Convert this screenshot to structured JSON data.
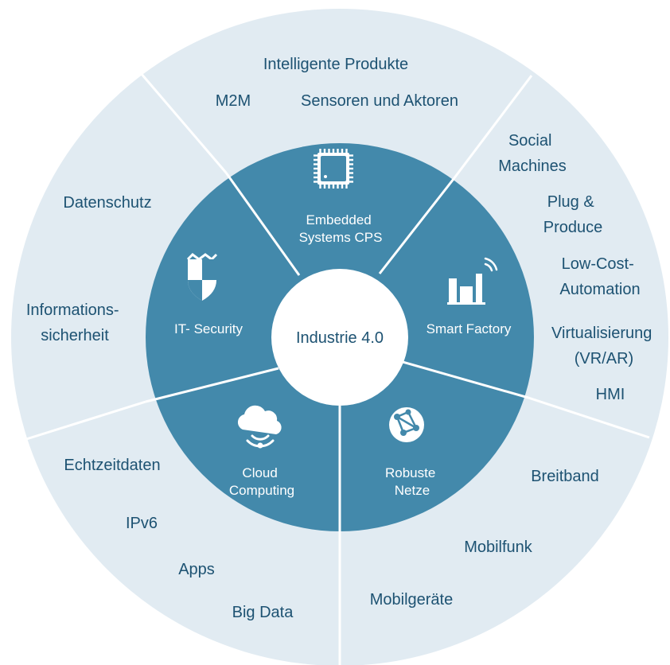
{
  "center": {
    "label": "Industrie 4.0"
  },
  "segments": [
    {
      "key": "embedded",
      "label": [
        "Embedded",
        "Systems CPS"
      ],
      "icon": "chip-icon",
      "outer_items": [
        [
          "Intelligente Produkte"
        ],
        [
          "M2M"
        ],
        [
          "Sensoren und Aktoren"
        ]
      ]
    },
    {
      "key": "smart-factory",
      "label": [
        "Smart Factory"
      ],
      "icon": "factory-icon",
      "outer_items": [
        [
          "Social",
          "Machines"
        ],
        [
          "Plug &",
          "Produce"
        ],
        [
          "Low-Cost-",
          "Automation"
        ],
        [
          "Virtualisierung",
          "(VR/AR)"
        ],
        [
          "HMI"
        ]
      ]
    },
    {
      "key": "robuste-netze",
      "label": [
        "Robuste",
        "Netze"
      ],
      "icon": "network-globe-icon",
      "outer_items": [
        [
          "Breitband"
        ],
        [
          "Mobilfunk"
        ],
        [
          "Mobilgeräte"
        ]
      ]
    },
    {
      "key": "cloud",
      "label": [
        "Cloud",
        "Computing"
      ],
      "icon": "cloud-icon",
      "outer_items": [
        [
          "Echtzeitdaten"
        ],
        [
          "IPv6"
        ],
        [
          "Apps"
        ],
        [
          "Big Data"
        ]
      ]
    },
    {
      "key": "it-security",
      "label": [
        "IT- Security"
      ],
      "icon": "shield-icon",
      "outer_items": [
        [
          "Datenschutz"
        ],
        [
          "Informations-",
          "sicherheit"
        ]
      ]
    }
  ],
  "colors": {
    "outer_ring": "#e1ebf2",
    "inner_ring": "#4389ab",
    "center": "#ffffff",
    "outer_text": "#1d5272",
    "inner_text": "#ffffff",
    "separator": "#ffffff"
  }
}
